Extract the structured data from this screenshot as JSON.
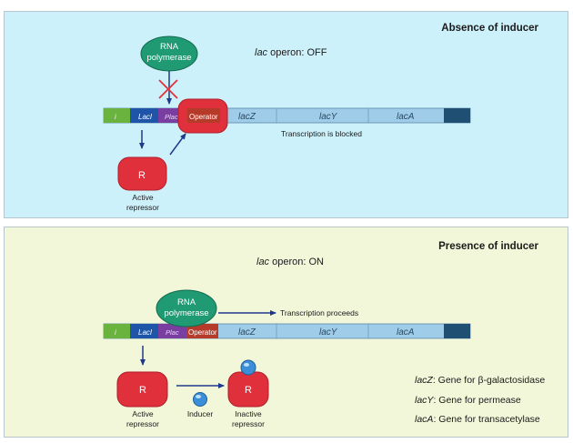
{
  "panels": [
    {
      "title": "Absence of inducer",
      "status_gene": "lac",
      "status_text": " operon: OFF",
      "note": "Transcription is blocked",
      "rna_polymerase": [
        "RNA",
        "polymerase"
      ],
      "repressor_letter": "R",
      "repressor_label": [
        "Active",
        "repressor"
      ],
      "segments": {
        "i": "i",
        "lacI": "LacI",
        "plac": "Plac",
        "operator": "Operator",
        "lacZ": "lacZ",
        "lacY": "lacY",
        "lacA": "lacA"
      }
    },
    {
      "title": "Presence of inducer",
      "status_gene": "lac",
      "status_text": " operon: ON",
      "note": "Transcription proceeds",
      "rna_polymerase": [
        "RNA",
        "polymerase"
      ],
      "repressor_letter": "R",
      "repressor_label": [
        "Active",
        "repressor"
      ],
      "inducer_label": "Inducer",
      "inactive_letter": "R",
      "inactive_label": [
        "Inactive",
        "repressor"
      ],
      "segments": {
        "i": "i",
        "lacI": "LacI",
        "plac": "Plac",
        "operator": "Operator",
        "lacZ": "lacZ",
        "lacY": "lacY",
        "lacA": "lacA"
      }
    }
  ],
  "legend": [
    {
      "gene": "lacZ",
      "text": ": Gene for β-galactosidase"
    },
    {
      "gene": "lacY",
      "text": ": Gene for permease"
    },
    {
      "gene": "lacA",
      "text": ": Gene for transacetylase"
    }
  ],
  "colors": {
    "top_panel_bg": "#cdf1fb",
    "bottom_panel_bg": "#f2f7d9",
    "gene_blue": "#9fcde9",
    "lacI_blue": "#1f55a8",
    "i_green": "#6bb33f",
    "plac_purple": "#7a3ea0",
    "operator_red": "#b53a2a",
    "end_navy": "#1f4f73",
    "repressor_red": "#e0303c",
    "polymerase_green": "#1f9a72",
    "inducer_blue": "#3a8fd8",
    "arrow_navy": "#1f3a8a"
  }
}
